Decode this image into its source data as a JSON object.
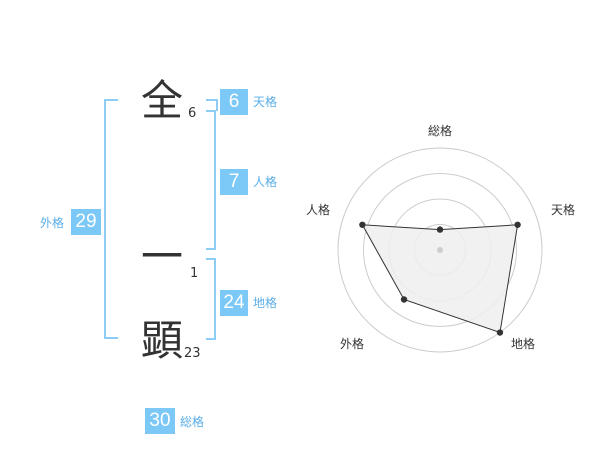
{
  "name": {
    "chars": [
      {
        "char": "全",
        "strokes": "6"
      },
      {
        "char": "一",
        "strokes": "1"
      },
      {
        "char": "顕",
        "strokes": "23"
      }
    ]
  },
  "kakusu": {
    "tenkaku": {
      "label": "天格",
      "value": "6"
    },
    "jinkaku": {
      "label": "人格",
      "value": "7"
    },
    "chikaku": {
      "label": "地格",
      "value": "24"
    },
    "gaikaku": {
      "label": "外格",
      "value": "29"
    },
    "soukaku": {
      "label": "総格",
      "value": "30"
    }
  },
  "chart_data": {
    "type": "radar",
    "axes": [
      "総格",
      "天格",
      "地格",
      "外格",
      "人格"
    ],
    "values": [
      0.2,
      0.8,
      1.0,
      0.6,
      0.8
    ],
    "range": [
      0,
      1
    ],
    "rings": 4,
    "colors": {
      "fill": "#eeeeee",
      "stroke": "#333333",
      "grid": "#cccccc"
    }
  },
  "colors": {
    "accent": "#7cc8f7",
    "label": "#5aaee8"
  }
}
